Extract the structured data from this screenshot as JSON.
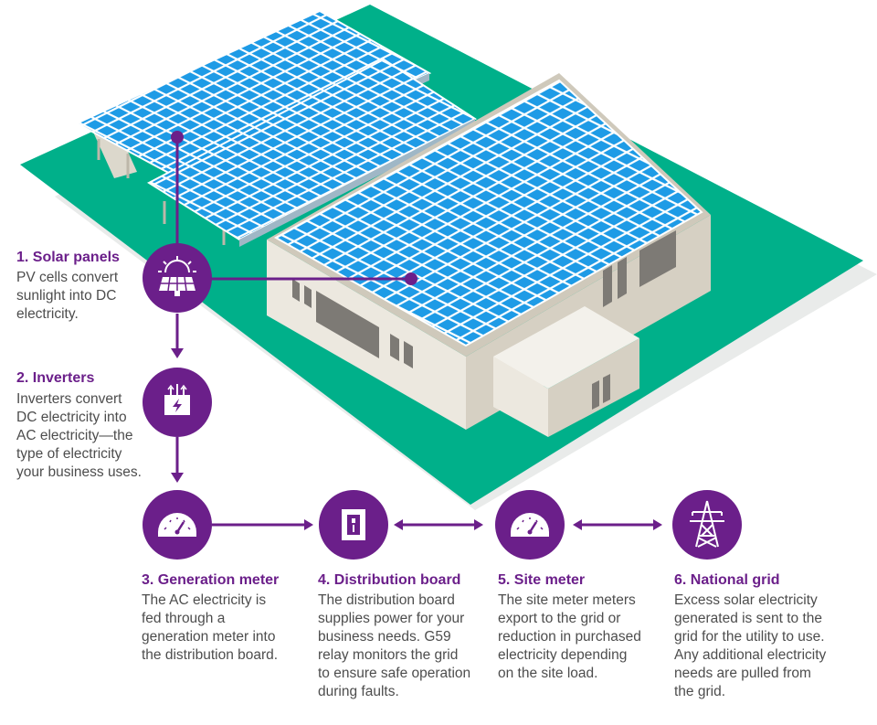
{
  "colors": {
    "purple": "#6b1f8a",
    "ground_green": "#00b08a",
    "panel_blue": "#1e9be6",
    "building_wall": "#d6d0c3",
    "text_gray": "#4d4d4d"
  },
  "steps": [
    {
      "number": "1.",
      "title": "1. Solar panels",
      "icon": "solar-panel-icon",
      "lines": [
        "PV cells convert",
        "sunlight into DC",
        "electricity."
      ]
    },
    {
      "number": "2.",
      "title": "2. Inverters",
      "icon": "inverter-icon",
      "lines": [
        "Inverters convert",
        "DC electricity into",
        "AC electricity—the",
        "type of electricity",
        "your business uses."
      ]
    },
    {
      "number": "3.",
      "title": "3. Generation meter",
      "icon": "generation-meter-icon",
      "lines": [
        "The AC electricity is",
        "fed through a",
        "generation meter into",
        "the distribution board."
      ]
    },
    {
      "number": "4.",
      "title": "4. Distribution board",
      "icon": "distribution-board-icon",
      "lines": [
        "The distribution board",
        "supplies power for your",
        "business needs. G59",
        "relay monitors the grid",
        "to ensure safe operation",
        "during faults."
      ]
    },
    {
      "number": "5.",
      "title": "5. Site meter",
      "icon": "site-meter-icon",
      "lines": [
        "The site meter meters",
        "export to the grid or",
        "reduction in purchased",
        "electricity depending",
        "on the site load."
      ]
    },
    {
      "number": "6.",
      "title": "6. National grid",
      "icon": "pylon-icon",
      "lines": [
        "Excess solar electricity",
        "generated is sent to the",
        "grid for the utility to use.",
        "Any additional electricity",
        "needs are pulled from",
        "the grid."
      ]
    }
  ]
}
